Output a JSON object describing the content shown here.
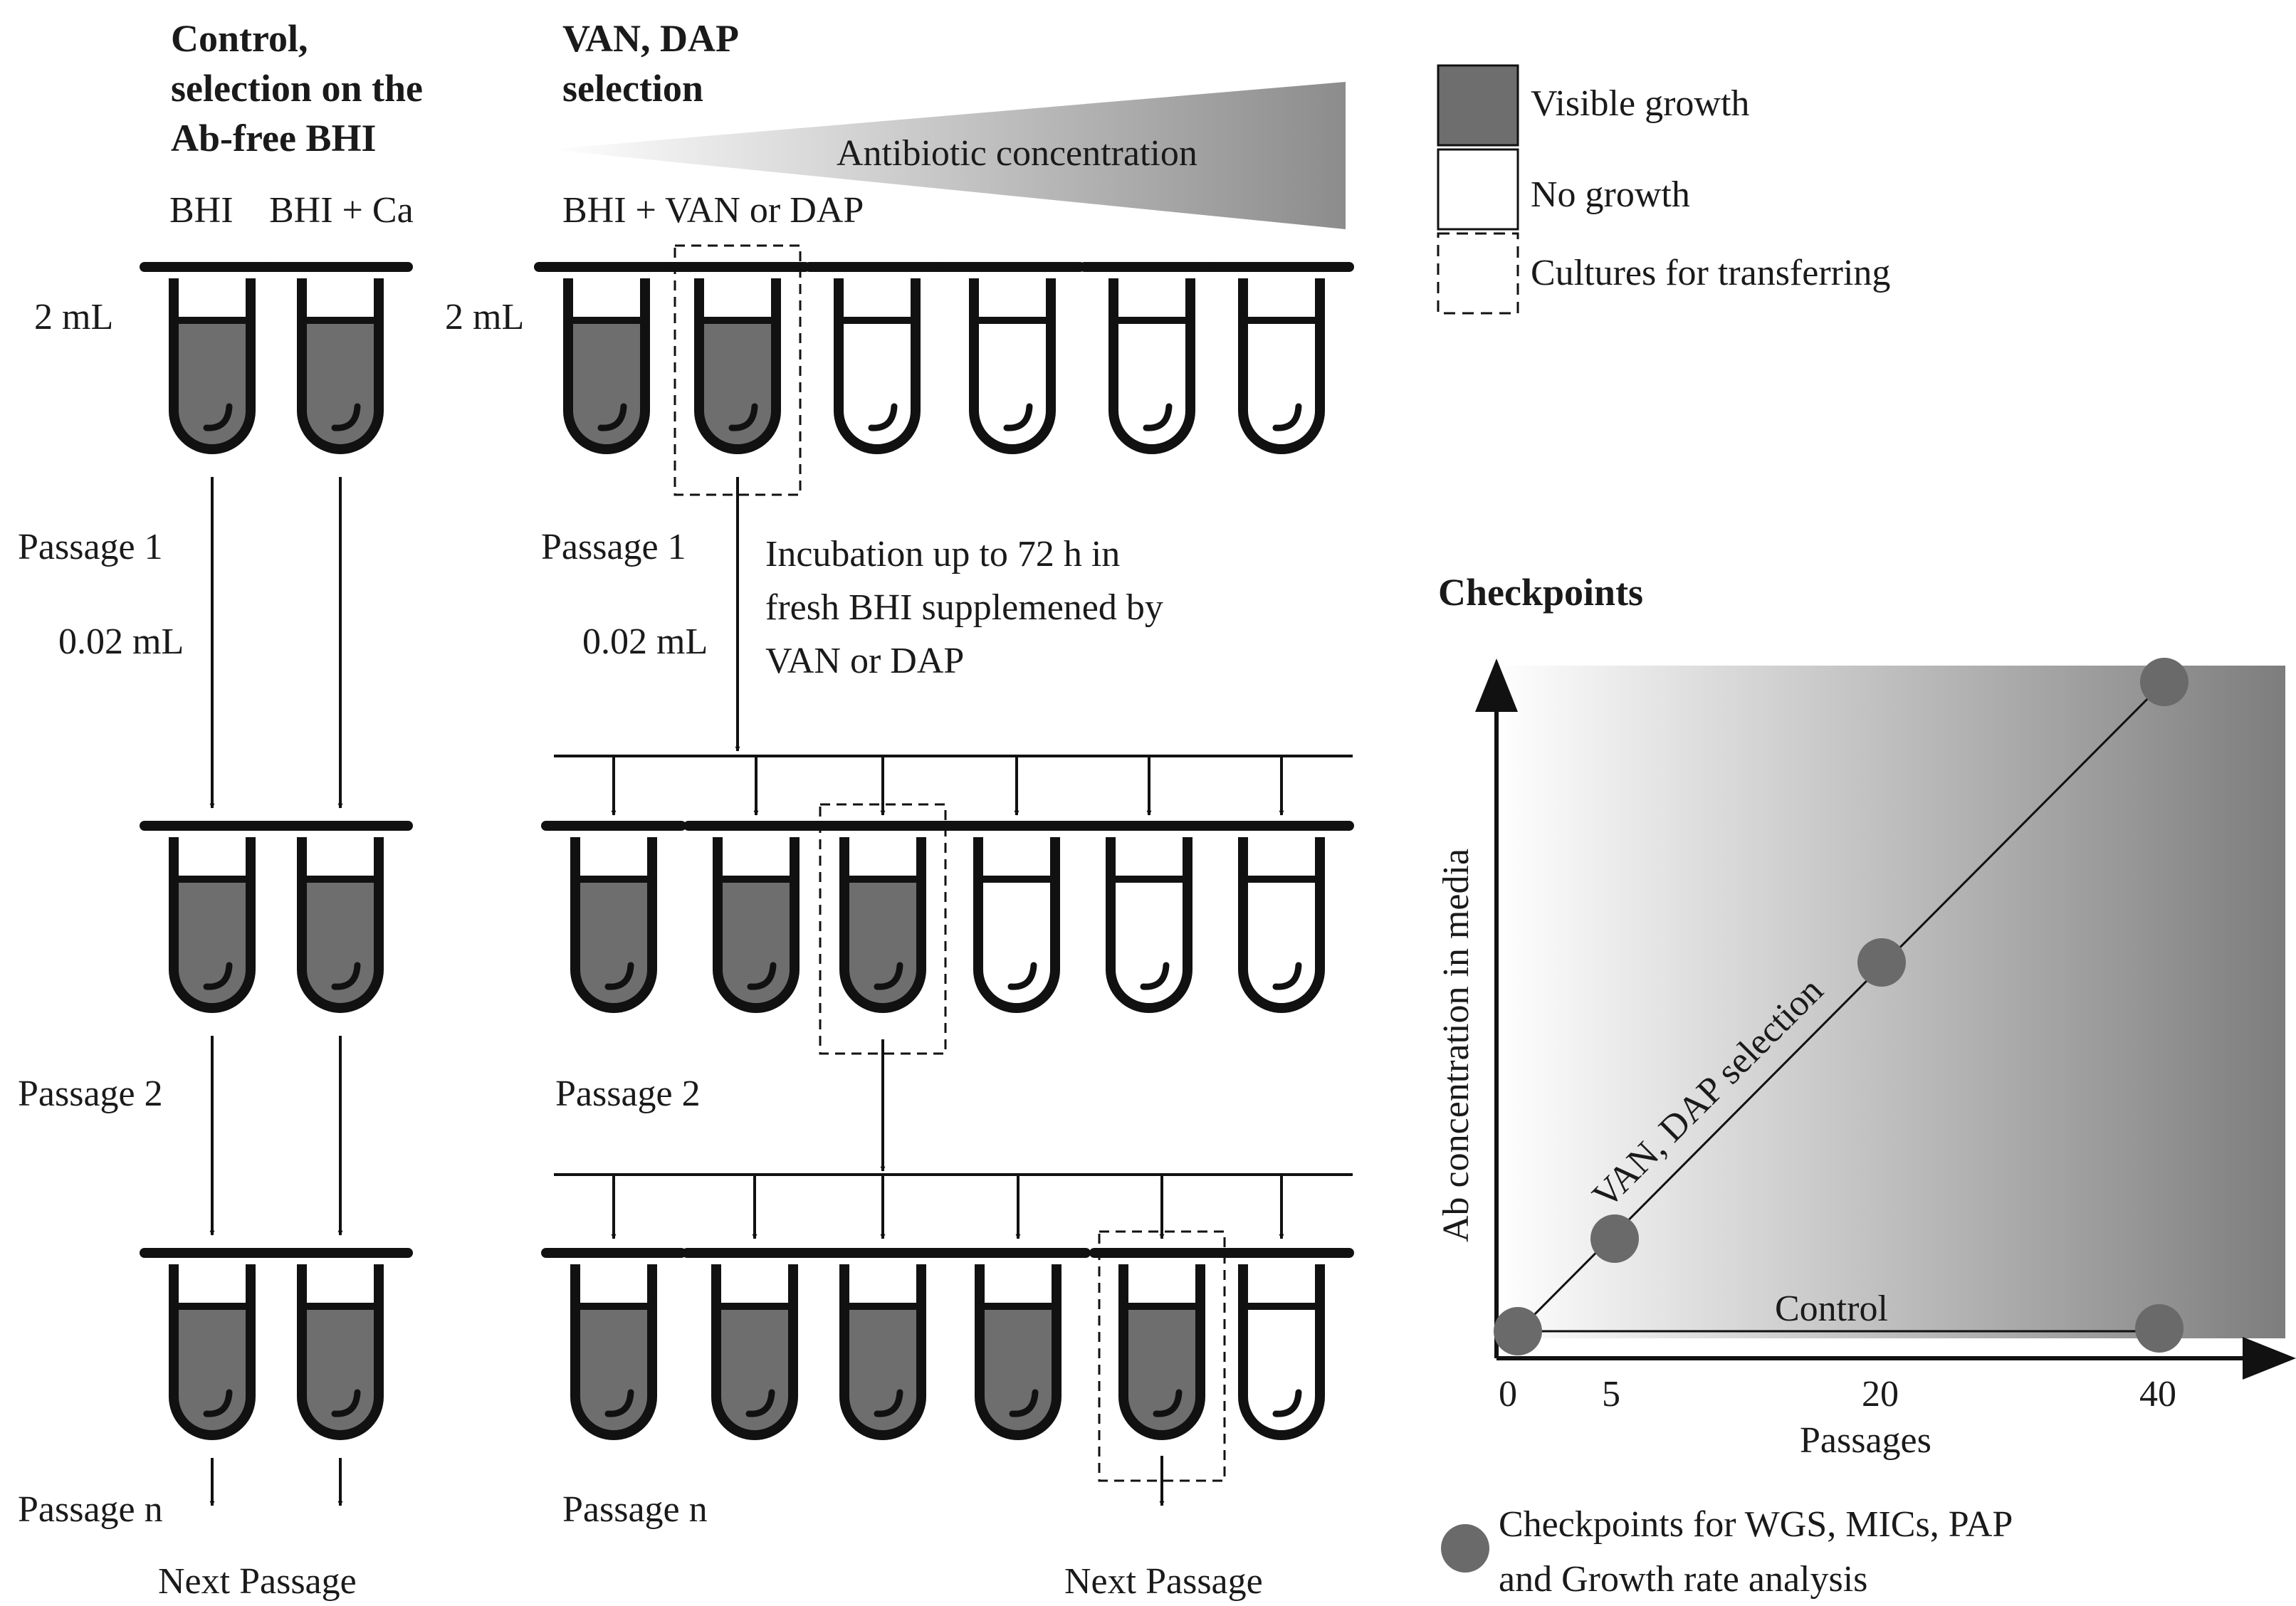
{
  "control": {
    "title_lines": [
      "Control,",
      "selection on the",
      "Ab-free BHI"
    ],
    "media_bhi": "BHI",
    "media_bhi_ca": "BHI + Ca",
    "volume": "2 mL",
    "passage1": "Passage 1",
    "transfer_volume": "0.02 mL",
    "passage2": "Passage 2",
    "passagen": "Passage n",
    "next": "Next Passage"
  },
  "selection": {
    "title_lines": [
      "VAN, DAP",
      "selection"
    ],
    "gradient_label": "Antibiotic concentration",
    "media": "BHI + VAN or DAP",
    "volume": "2 mL",
    "passage1": "Passage 1",
    "transfer_volume": "0.02 mL",
    "incubation_lines": [
      "Incubation up to 72 h in",
      "fresh BHI supplemened by",
      "VAN or DAP"
    ],
    "passage2": "Passage 2",
    "passagen": "Passage n",
    "next": "Next Passage",
    "row1_growth": [
      true,
      true,
      false,
      false,
      false,
      false
    ],
    "row1_transfer_index": 1,
    "row2_growth": [
      true,
      true,
      true,
      false,
      false,
      false
    ],
    "row2_transfer_index": 2,
    "row3_growth": [
      true,
      true,
      true,
      true,
      true,
      false
    ],
    "row3_transfer_index": 4
  },
  "legend": {
    "visible_growth": "Visible growth",
    "no_growth": "No growth",
    "cultures_transfer": "Cultures for transferring"
  },
  "checkpoints": {
    "title": "Checkpoints",
    "ylabel": "Ab concentration in media",
    "xlabel": "Passages",
    "x_ticks": [
      "0",
      "5",
      "20",
      "40"
    ],
    "selection_label": "VAN, DAP selection",
    "control_label": "Control",
    "footnote_lines": [
      "Checkpoints for WGS, MICs, PAP",
      "and Growth rate analysis"
    ]
  },
  "colors": {
    "growth_fill": "#6e6e6e",
    "checkpoint_dot": "#6a6a6a",
    "ink": "#111111"
  }
}
